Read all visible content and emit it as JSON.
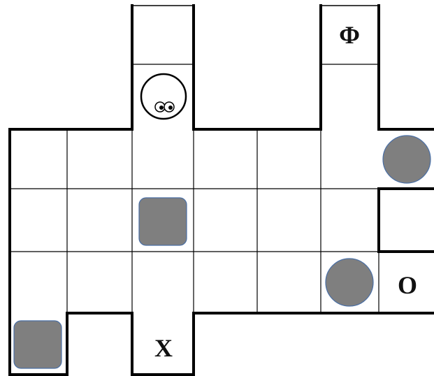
{
  "labels": {
    "phi": "Φ",
    "o": "O",
    "x": "X"
  },
  "pieces": {
    "player": "smiley-face",
    "boxes": [
      "square-box",
      "square-box"
    ],
    "balls": [
      "round-ball",
      "round-ball"
    ]
  },
  "colors": {
    "piece_fill": "#7f7f7f",
    "piece_stroke": "#4a6fa5",
    "wall": "#000000",
    "grid": "#000000",
    "background": "#ffffff"
  }
}
